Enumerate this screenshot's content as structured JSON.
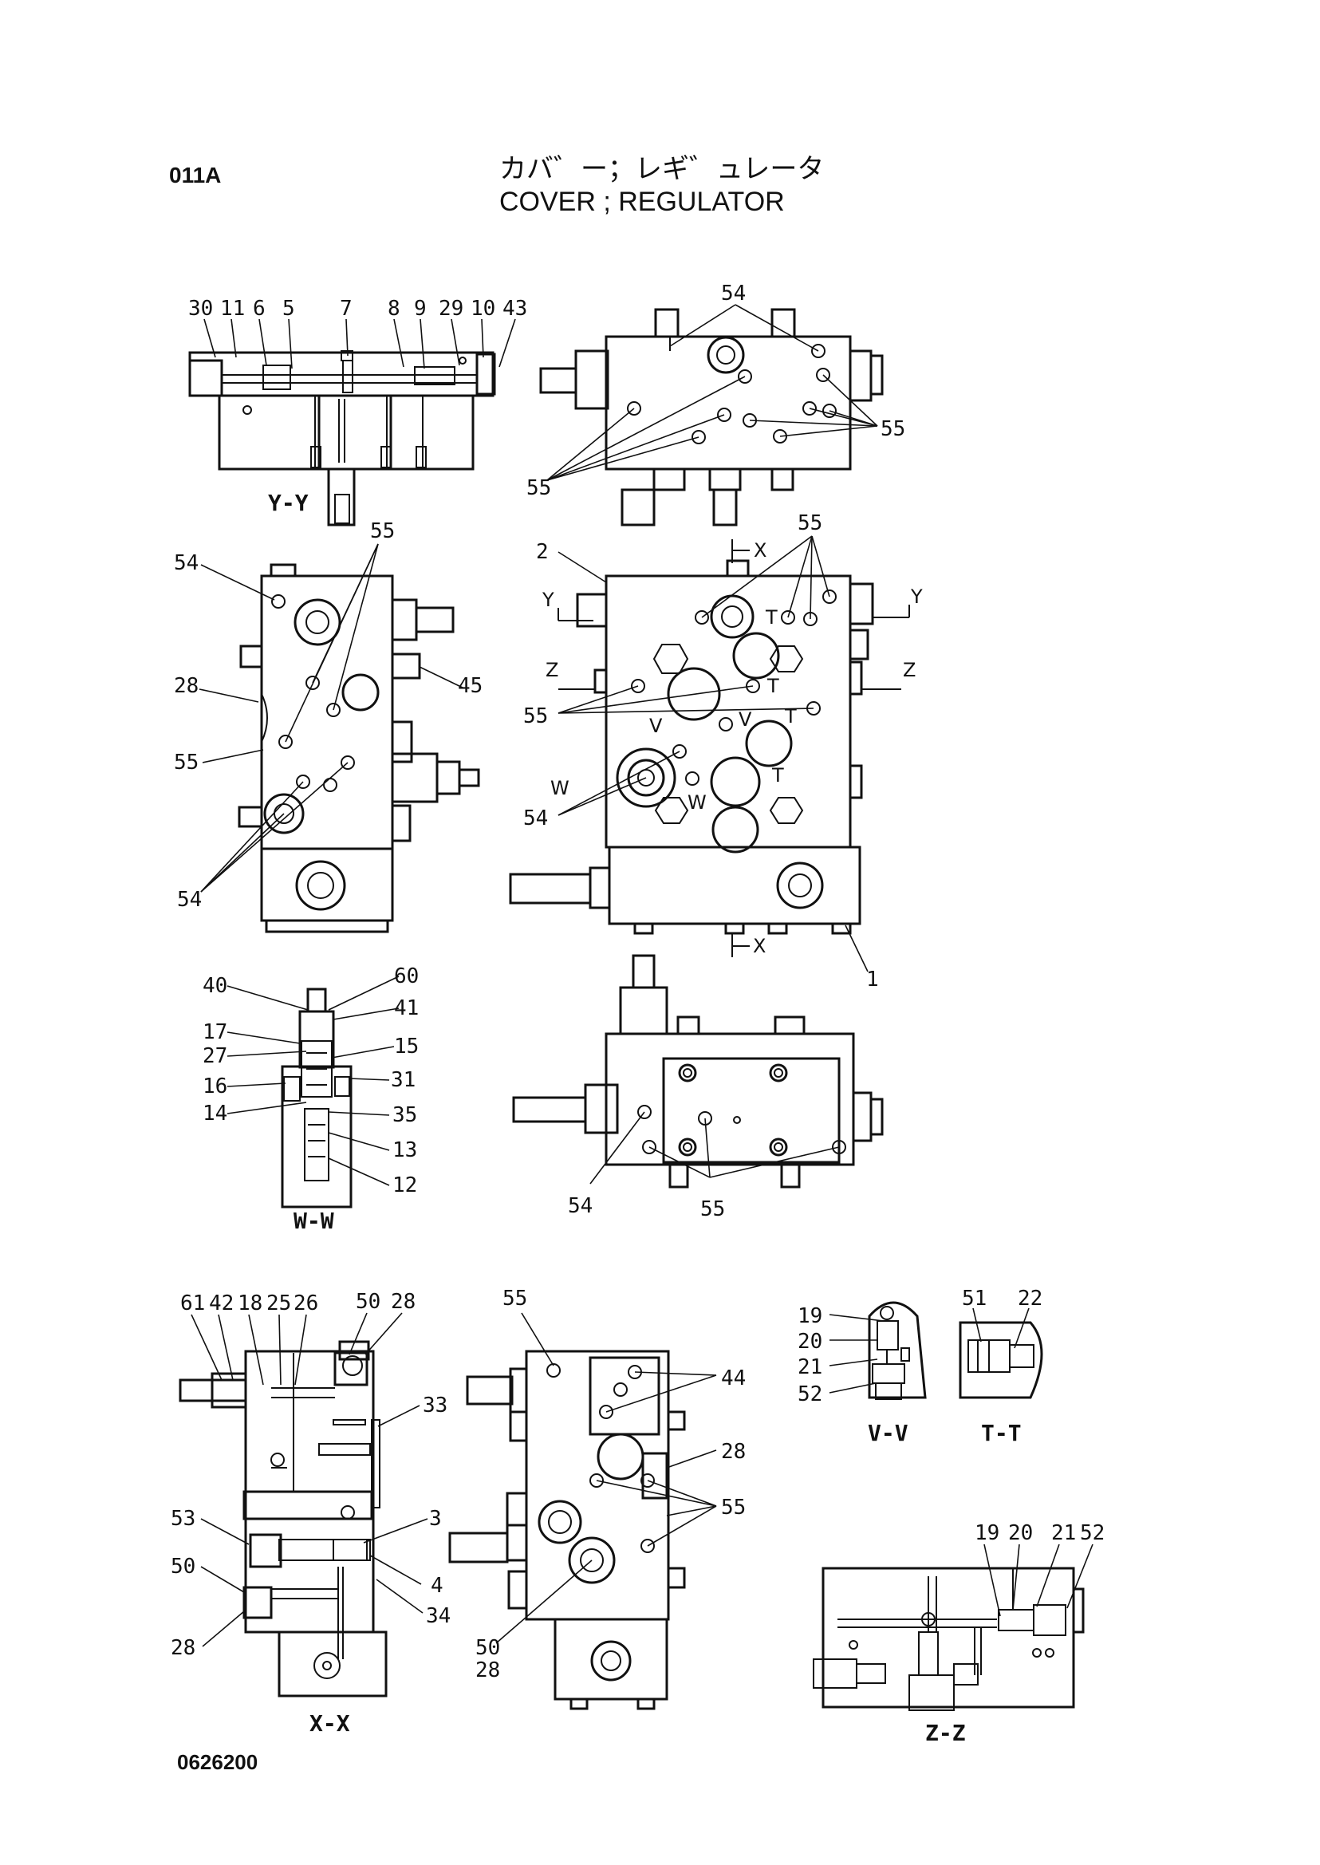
{
  "header": {
    "page_code": "011A",
    "title_jp": "カバ゛ー；レギ゛ュレータ",
    "title_en": "COVER ; REGULATOR"
  },
  "footer": {
    "drawing_number": "0626200"
  },
  "views": [
    {
      "label": "Y-Y",
      "callouts": [
        "30",
        "11",
        "6",
        "5",
        "7",
        "8",
        "9",
        "29",
        "10",
        "43"
      ]
    },
    {
      "label": "",
      "callouts": [
        "54",
        "55",
        "55"
      ]
    },
    {
      "label": "",
      "callouts": [
        "54",
        "55",
        "28",
        "45",
        "55",
        "54"
      ]
    },
    {
      "label": "",
      "callouts": [
        "2",
        "55",
        "55",
        "54",
        "1"
      ],
      "section_marks": [
        "X",
        "Y",
        "Y",
        "Z",
        "Z",
        "T",
        "T",
        "T",
        "T",
        "V",
        "V",
        "W",
        "W",
        "X"
      ]
    },
    {
      "label": "W-W",
      "callouts": [
        "40",
        "60",
        "41",
        "17",
        "27",
        "15",
        "16",
        "31",
        "14",
        "35",
        "13",
        "12"
      ]
    },
    {
      "label": "",
      "callouts": [
        "54",
        "55"
      ]
    },
    {
      "label": "X-X",
      "callouts": [
        "61",
        "42",
        "18",
        "25",
        "26",
        "50",
        "28",
        "33",
        "53",
        "3",
        "50",
        "4",
        "34",
        "28"
      ]
    },
    {
      "label": "",
      "callouts": [
        "55",
        "44",
        "28",
        "55",
        "50",
        "28"
      ]
    },
    {
      "label": "V-V",
      "callouts": [
        "19",
        "20",
        "21",
        "52"
      ]
    },
    {
      "label": "T-T",
      "callouts": [
        "51",
        "22"
      ]
    },
    {
      "label": "Z-Z",
      "callouts": [
        "19",
        "20",
        "21",
        "52"
      ]
    }
  ]
}
